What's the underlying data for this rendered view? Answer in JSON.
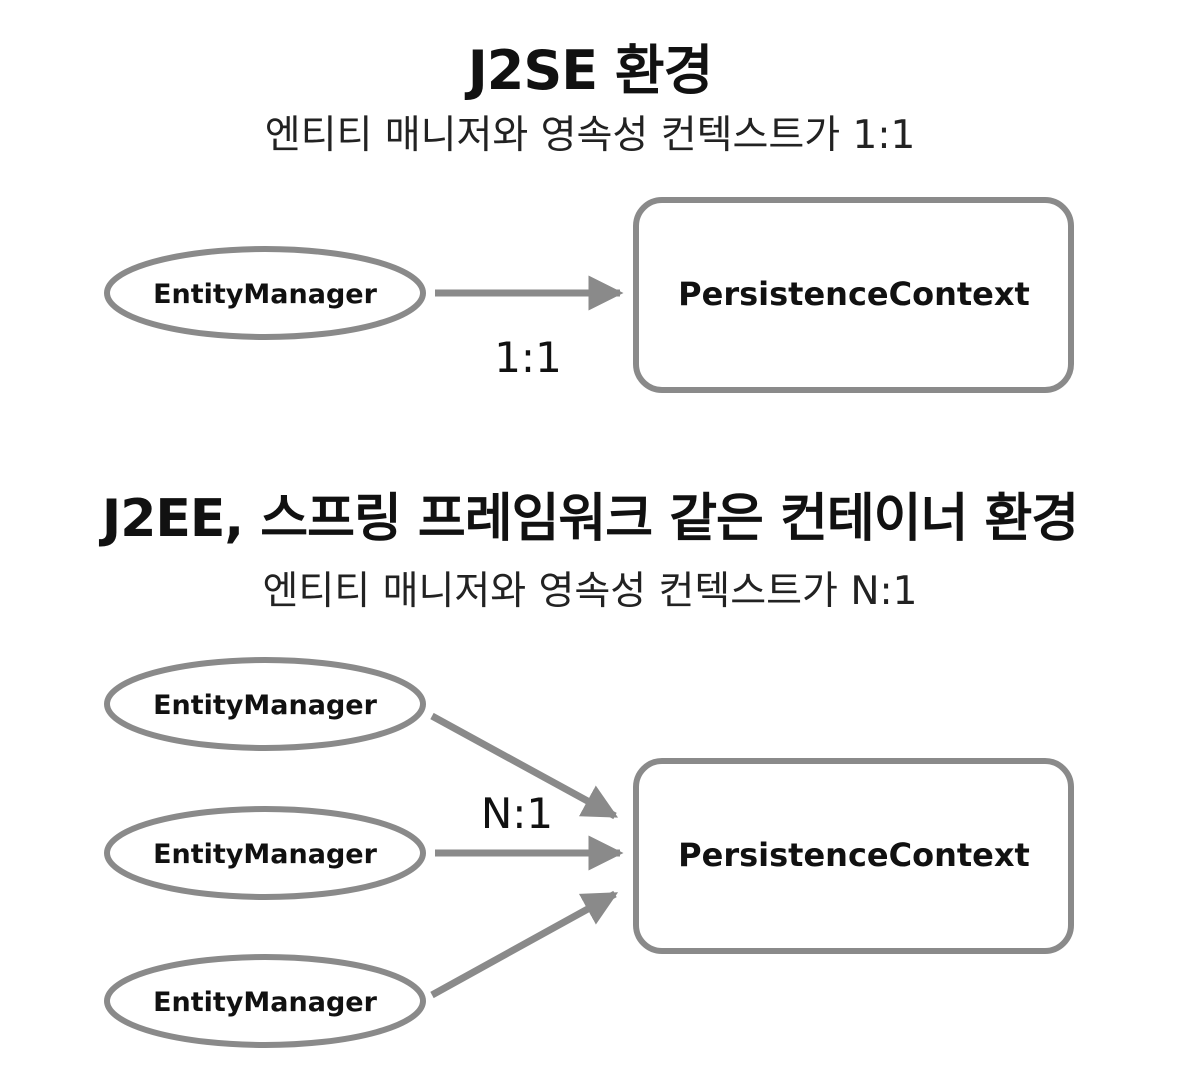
{
  "section_1": {
    "title": "J2SE 환경",
    "subtitle": "엔티티 매니저와 영속성 컨텍스트가 1:1",
    "manager_label": "EntityManager",
    "context_label": "PersistenceContext",
    "edge_label": "1:1"
  },
  "section_2": {
    "title": "J2EE, 스프링 프레임워크 같은 컨테이너 환경",
    "subtitle": "엔티티 매니저와 영속성 컨텍스트가 N:1",
    "managers": [
      {
        "label": "EntityManager"
      },
      {
        "label": "EntityManager"
      },
      {
        "label": "EntityManager"
      }
    ],
    "context_label": "PersistenceContext",
    "edge_label": "N:1"
  },
  "colors": {
    "stroke": "#8a8a8a",
    "text": "#111111"
  }
}
